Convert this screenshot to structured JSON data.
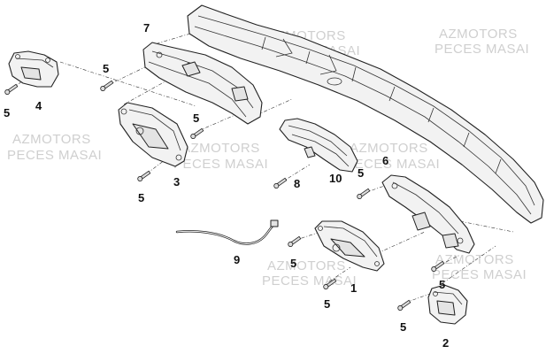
{
  "watermark": {
    "line1": "AZMOTORS",
    "line2": "PECES MASAI"
  },
  "callouts": {
    "part_1": "1",
    "part_2": "2",
    "part_3": "3",
    "part_4": "4",
    "part_5": "5",
    "part_6": "6",
    "part_7": "7",
    "part_8": "8",
    "part_9": "9",
    "part_10": "10"
  }
}
